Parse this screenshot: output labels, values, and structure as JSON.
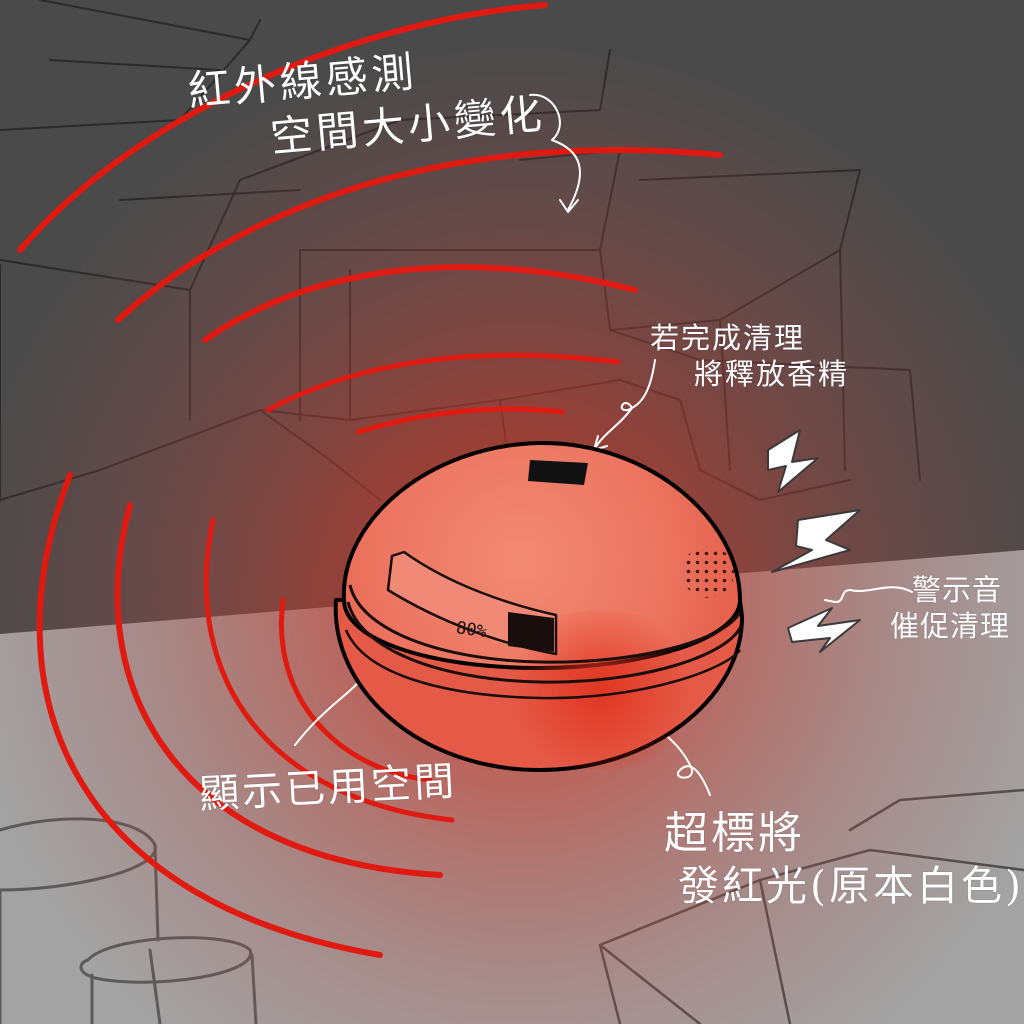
{
  "annotations": {
    "sensor": {
      "line1": "紅外線感測",
      "line2": "空間大小變化"
    },
    "fragrance": {
      "line1": "若完成清理",
      "line2": "將釋放香精"
    },
    "alarm": {
      "line1": "警示音",
      "line2": "催促清理"
    },
    "display": {
      "text": "顯示已用空間"
    },
    "redlight": {
      "line1": "超標將",
      "line2": "發紅光(原本白色)"
    }
  },
  "device": {
    "capacity_percent": "80%"
  },
  "colors": {
    "wall": "#4a4a4a",
    "floor": "#a3a3a3",
    "glow": "#e0301c",
    "waves": "#e01a10",
    "device_body": "#ee7a62"
  }
}
